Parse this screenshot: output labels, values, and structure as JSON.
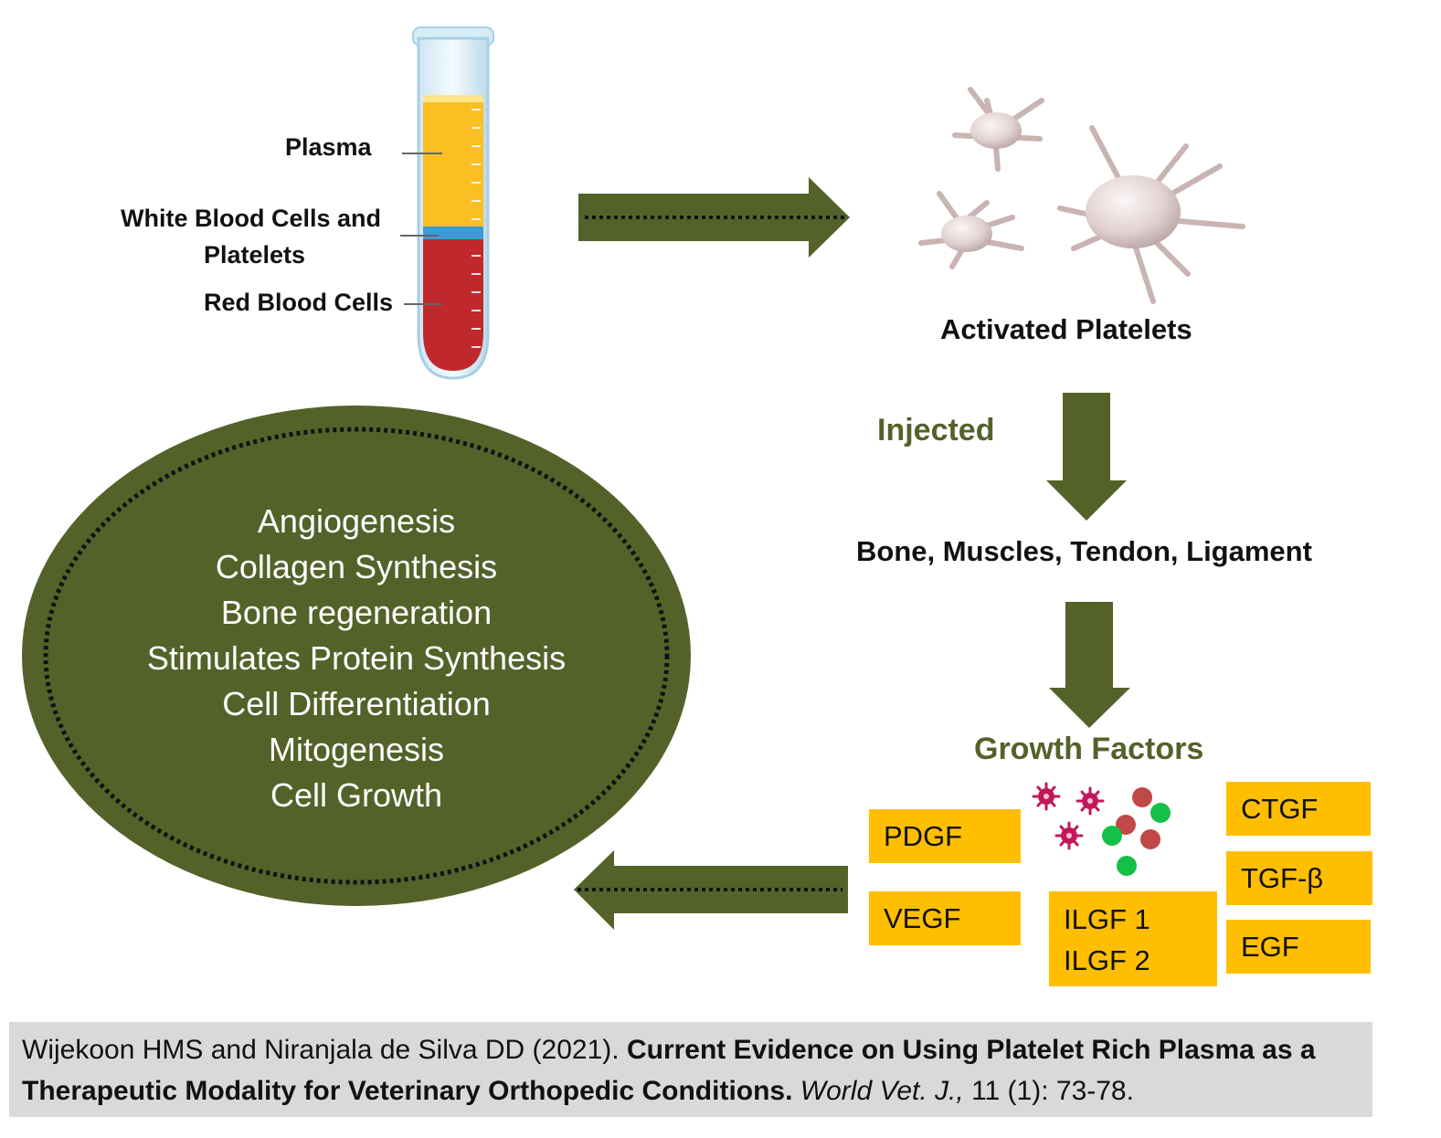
{
  "tube": {
    "plasma_label": "Plasma",
    "wbc_label_line1": "White Blood Cells and",
    "wbc_label_line2": "Platelets",
    "rbc_label": "Red Blood Cells",
    "colors": {
      "plasma": "#fbbf24",
      "buffy": "#3b9bd6",
      "rbc": "#c0282d"
    }
  },
  "activated_platelets_label": "Activated Platelets",
  "injected_label": "Injected",
  "tissues_label": "Bone, Muscles, Tendon, Ligament",
  "growth_factors_label": "Growth Factors",
  "growth_factors": {
    "pdgf": "PDGF",
    "vegf": "VEGF",
    "ilgf1": "ILGF 1",
    "ilgf2": "ILGF 2",
    "ctgf": "CTGF",
    "tgfb": "TGF-β",
    "egf": "EGF"
  },
  "effects": [
    "Angiogenesis",
    "Collagen Synthesis",
    "Bone regeneration",
    "Stimulates Protein Synthesis",
    "Cell Differentiation",
    "Mitogenesis",
    "Cell Growth"
  ],
  "citation": {
    "authors": "Wijekoon HMS and Niranjala de Silva DD (2021). ",
    "title": "Current Evidence on Using Platelet Rich Plasma as a Therapeutic Modality for Veterinary Orthopedic Conditions.",
    "journal": "World Vet. J.,",
    "volume_pages": " 11 (1): 73-78."
  },
  "colors": {
    "olive": "#54622a",
    "growth_factor_box": "#ffbf00",
    "citation_bg": "#d9d9d9"
  }
}
